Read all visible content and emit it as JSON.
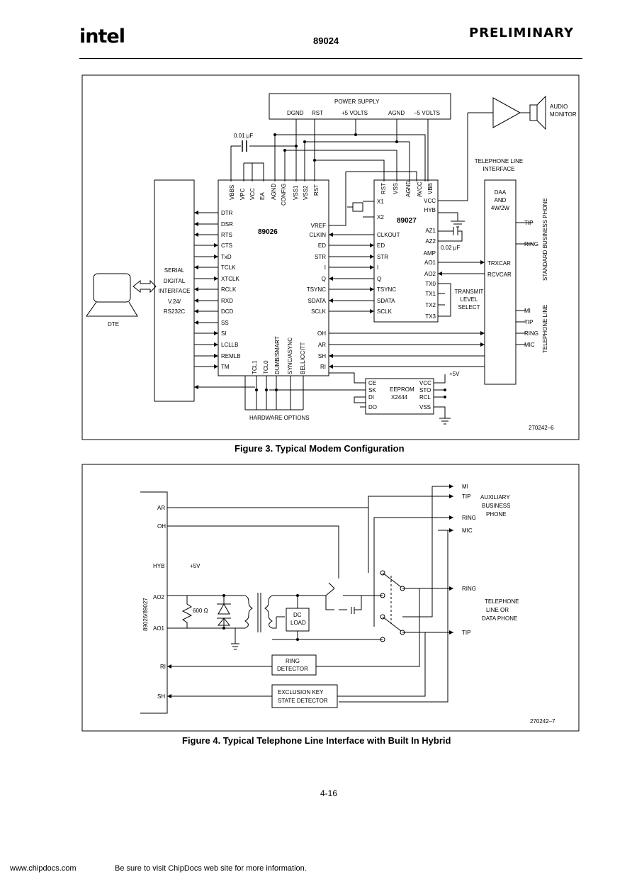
{
  "header": {
    "logo": "intel",
    "part": "89024",
    "status": "PRELIMINARY"
  },
  "figure3": {
    "caption": "Figure 3. Typical Modem Configuration",
    "ref": "270242–6",
    "power_supply": {
      "title": "POWER SUPPLY",
      "pins": [
        "DGND",
        "RST",
        "+5 VOLTS",
        "AGND",
        "−5 VOLTS"
      ]
    },
    "cap1": "0.01 μF",
    "cap2": "0.02 μF",
    "chip89026": {
      "name": "89026",
      "top_pins": [
        "VBBS",
        "VPC",
        "VCC",
        "EA",
        "AGND",
        "CONFIG",
        "VSS1",
        "VSS2",
        "RST"
      ],
      "left_pins": [
        "DTR",
        "DSR",
        "RTS",
        "CTS",
        "TxD",
        "TCLK",
        "XTCLK",
        "RCLK",
        "RXD",
        "DCD",
        "SS",
        "SI",
        "LCLLB",
        "REMLB",
        "TM"
      ],
      "right_pins": [
        "VREF",
        "CLKIN",
        "ED",
        "STR",
        "I",
        "Q",
        "TSYNC",
        "SDATA",
        "SCLK",
        "OH",
        "AR",
        "SH",
        "RI"
      ],
      "bottom_pins": [
        "TCL1",
        "TCL0",
        "DUMB/SMART",
        "SYNC/ASYNC",
        "BELL/CCITT"
      ]
    },
    "chip89027": {
      "name": "89027",
      "top_pins": [
        "RST",
        "VSS",
        "AGND",
        "AVCC",
        "VBB"
      ],
      "left_pins": [
        "X1",
        "X2",
        "CLKOUT",
        "ED",
        "STR",
        "I",
        "Q",
        "TSYNC",
        "SDATA",
        "SCLK"
      ],
      "right_pins": [
        "VCC",
        "HYB",
        "AZ1",
        "AZ2",
        "AMP",
        "AO1",
        "AO2",
        "TX0",
        "TX1",
        "TX2",
        "TX3"
      ]
    },
    "serial": [
      "SERIAL",
      "DIGITAL",
      "INTERFACE",
      "V.24/",
      "RS232C"
    ],
    "dte": "DTE",
    "transmit_level": [
      "TRANSMIT",
      "LEVEL",
      "SELECT"
    ],
    "tli": [
      "TELEPHONE LINE",
      "INTERFACE"
    ],
    "daa": [
      "DAA",
      "AND",
      "4W/2W"
    ],
    "daa_pins": [
      "TRXCAR",
      "RCVCAR"
    ],
    "daa_right": [
      "TIP",
      "RING"
    ],
    "daa_right2": [
      "MI",
      "TIP",
      "RING",
      "MIC"
    ],
    "std_phone": "STANDARD BUSINESS PHONE",
    "tel_line": "TELEPHONE LINE",
    "audio": [
      "AUDIO",
      "MONITOR"
    ],
    "eeprom": {
      "name": "EEPROM",
      "part": "X2444",
      "left": [
        "CE",
        "SK",
        "DI",
        "DO"
      ],
      "right": [
        "VCC",
        "STO",
        "RCL",
        "VSS"
      ]
    },
    "plus5v": "+5V",
    "hw_options": "HARDWARE OPTIONS"
  },
  "figure4": {
    "caption": "Figure 4. Typical Telephone Line Interface with Built In Hybrid",
    "ref": "270242–7",
    "chip_label": "89026/89027",
    "left_pins": [
      "AR",
      "OH",
      "HYB",
      "AO2",
      "AO1",
      "RI",
      "SH"
    ],
    "plus5v": "+5V",
    "resistor": "600 Ω",
    "dc_load": [
      "DC",
      "LOAD"
    ],
    "ring_det": [
      "RING",
      "DETECTOR"
    ],
    "excl": [
      "EXCLUSION KEY",
      "STATE DETECTOR"
    ],
    "aux_pins": [
      "MI",
      "TIP",
      "RING",
      "MIC"
    ],
    "aux_label": [
      "AUXILIARY",
      "BUSINESS",
      "PHONE"
    ],
    "line_pins": [
      "RING",
      "TIP"
    ],
    "line_label": [
      "TELEPHONE",
      "LINE OR",
      "DATA PHONE"
    ]
  },
  "page_number": "4-16",
  "footer": {
    "site": "www.chipdocs.com",
    "note": "Be sure to visit ChipDocs web site for more information."
  }
}
